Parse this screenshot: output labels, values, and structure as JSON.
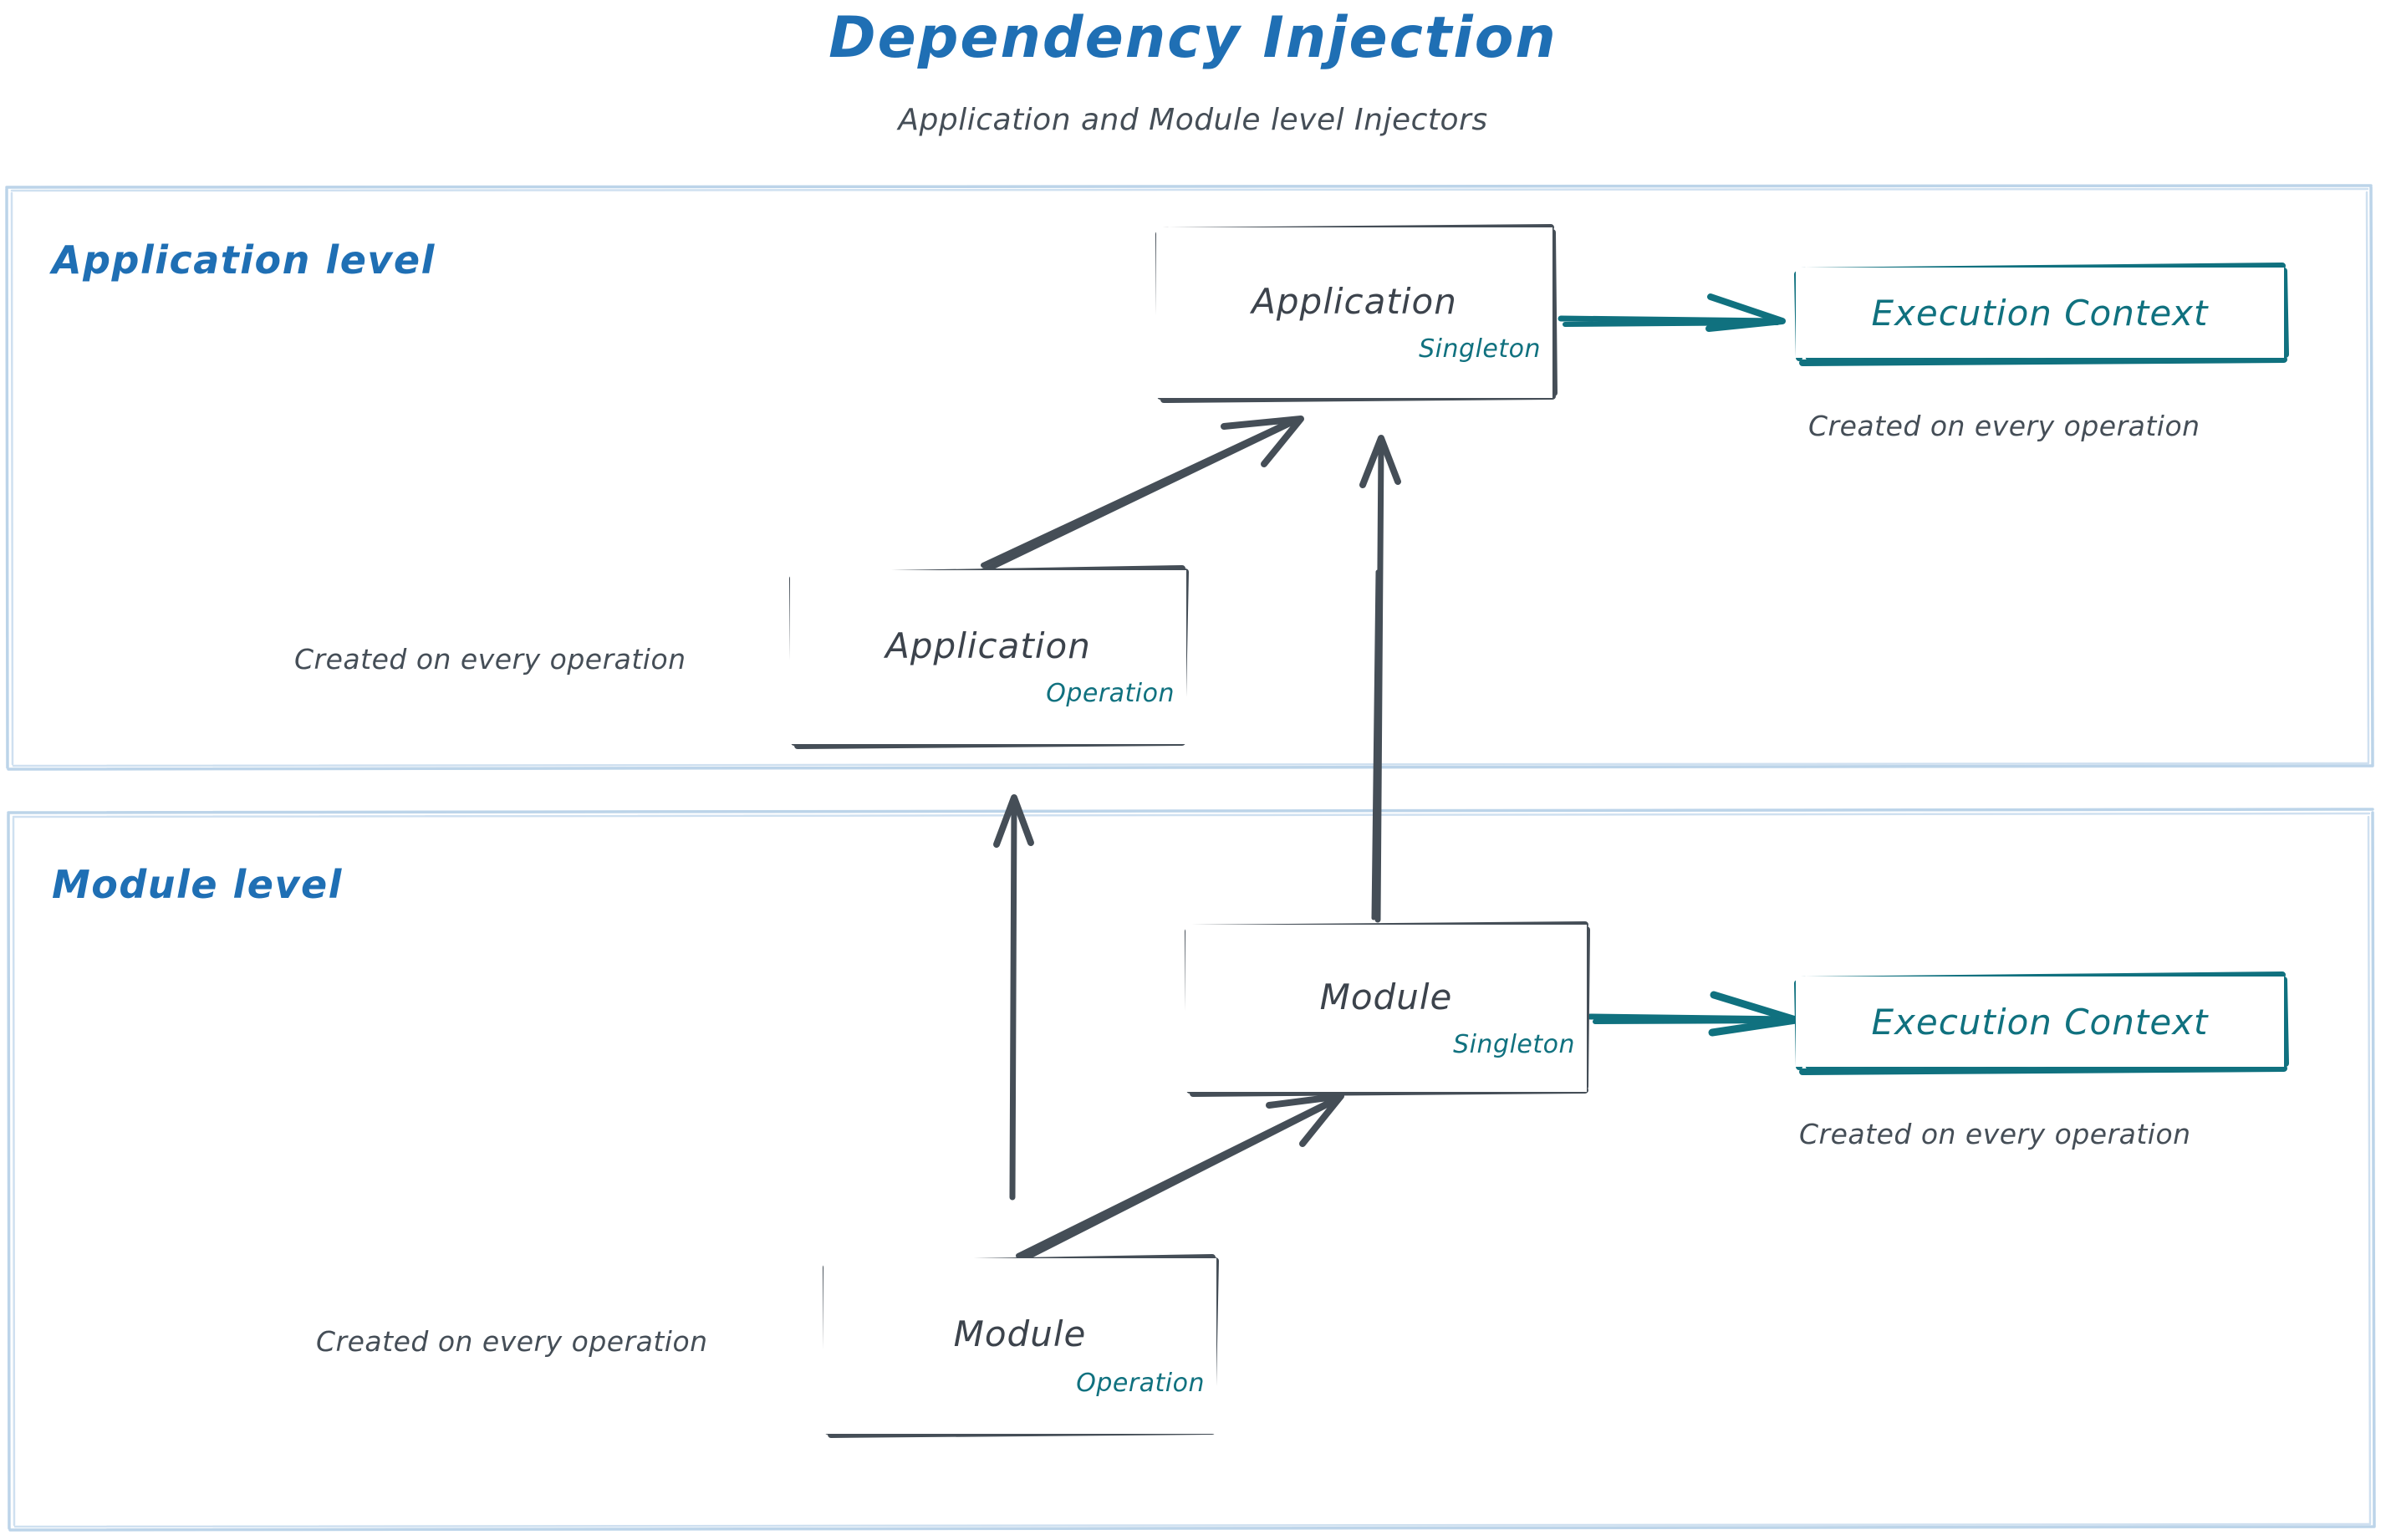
{
  "header": {
    "title": "Dependency Injection",
    "subtitle": "Application and Module level Injectors"
  },
  "colors": {
    "title_blue": "#1f6fb4",
    "level_label_blue": "#1f6fb4",
    "container_border": "#bcd4e9",
    "node_stroke": "#3c434c",
    "node_title_text": "#3c434c",
    "scope_teal": "#10717f",
    "exec_teal": "#10717f",
    "caption_gray": "#454e57",
    "background": "#ffffff"
  },
  "levels": [
    {
      "id": "application-level",
      "label": "Application level",
      "nodes": [
        {
          "id": "app-singleton",
          "title": "Application",
          "scope": "Singleton",
          "kind": "injector"
        },
        {
          "id": "app-operation",
          "title": "Application",
          "scope": "Operation",
          "kind": "injector"
        },
        {
          "id": "exec-app",
          "title": "Execution Context",
          "kind": "execution-context"
        }
      ],
      "captions": [
        {
          "id": "cap-exec-app",
          "text": "Created on every operation",
          "for": "exec-app"
        },
        {
          "id": "cap-app-op",
          "text": "Created on every operation",
          "for": "app-operation"
        }
      ]
    },
    {
      "id": "module-level",
      "label": "Module level",
      "nodes": [
        {
          "id": "mod-singleton",
          "title": "Module",
          "scope": "Singleton",
          "kind": "injector"
        },
        {
          "id": "mod-operation",
          "title": "Module",
          "scope": "Operation",
          "kind": "injector"
        },
        {
          "id": "exec-mod",
          "title": "Execution Context",
          "kind": "execution-context"
        }
      ],
      "captions": [
        {
          "id": "cap-exec-mod",
          "text": "Created on every operation",
          "for": "exec-mod"
        },
        {
          "id": "cap-mod-op",
          "text": "Created on every operation",
          "for": "mod-operation"
        }
      ]
    }
  ],
  "edges": [
    {
      "id": "edge-app-singleton-to-exec",
      "from": "app-singleton",
      "to": "exec-app",
      "color": "teal",
      "style": "arrow"
    },
    {
      "id": "edge-app-operation-to-app-singleton",
      "from": "app-operation",
      "to": "app-singleton",
      "color": "dark",
      "style": "arrow"
    },
    {
      "id": "edge-mod-singleton-to-app-singleton",
      "from": "mod-singleton",
      "to": "app-singleton",
      "color": "dark",
      "style": "arrow"
    },
    {
      "id": "edge-mod-singleton-to-exec",
      "from": "mod-singleton",
      "to": "exec-mod",
      "color": "teal",
      "style": "arrow"
    },
    {
      "id": "edge-mod-operation-to-mod-singleton",
      "from": "mod-operation",
      "to": "mod-singleton",
      "color": "dark",
      "style": "arrow"
    },
    {
      "id": "edge-mod-operation-to-app-operation",
      "from": "mod-operation",
      "to": "app-operation",
      "color": "dark",
      "style": "arrow"
    }
  ]
}
